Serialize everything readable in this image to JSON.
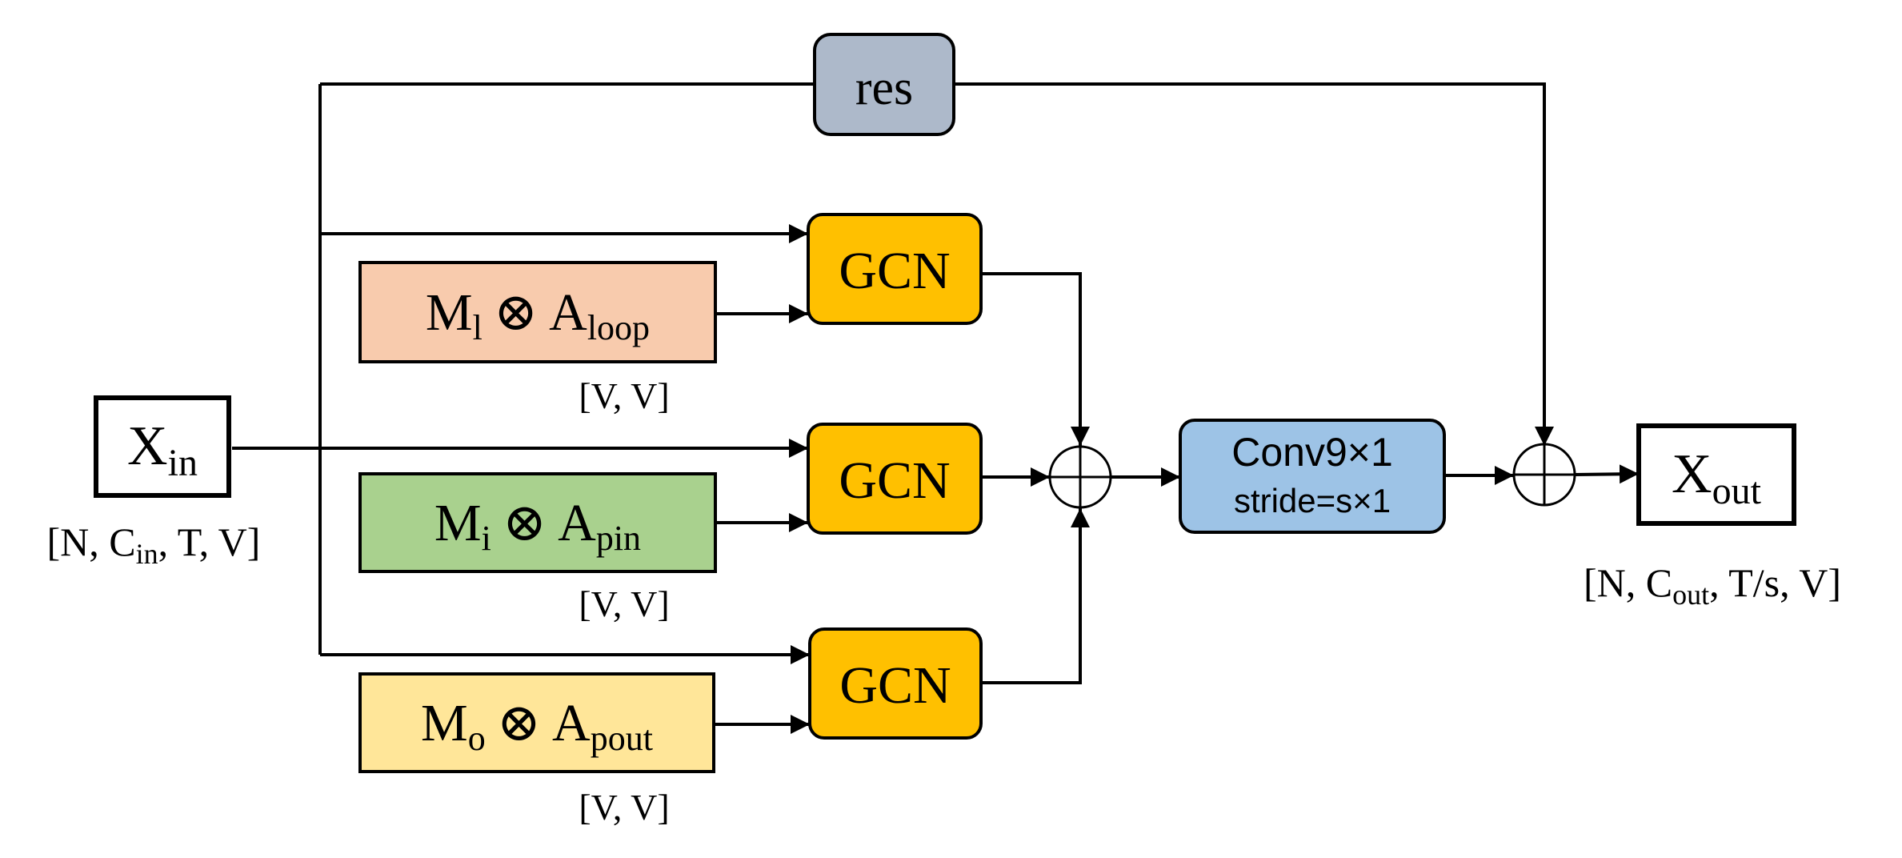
{
  "colors": {
    "res": "#adb9ca",
    "gcn": "#ffc000",
    "loop": "#f8cbad",
    "pin": "#a9d18e",
    "pout": "#ffe699",
    "conv": "#9dc3e6",
    "line": "#000000"
  },
  "nodes": {
    "res": {
      "label": "res"
    },
    "gcn_top": {
      "label": "GCN"
    },
    "gcn_mid": {
      "label": "GCN"
    },
    "gcn_bot": {
      "label": "GCN"
    },
    "xin": {
      "main": "X",
      "sub": "in"
    },
    "xout": {
      "main": "X",
      "sub": "out"
    },
    "loop": {
      "m": "M",
      "m_sub": "l",
      "op": "⊗",
      "a": "A",
      "a_sub": "loop"
    },
    "pin": {
      "m": "M",
      "m_sub": "i",
      "op": "⊗",
      "a": "A",
      "a_sub": "pin"
    },
    "pout": {
      "m": "M",
      "m_sub": "o",
      "op": "⊗",
      "a": "A",
      "a_sub": "pout"
    },
    "conv": {
      "line1": "Conv9×1",
      "line2": "stride=s×1"
    }
  },
  "shapes": {
    "xin": {
      "open": "[N, C",
      "sub": "in",
      "close": ", T, V]"
    },
    "xout": {
      "open": "[N, C",
      "sub": "out",
      "close": ", T/s, V]"
    },
    "adj_top": "[V, V]",
    "adj_mid": "[V, V]",
    "adj_bot": "[V, V]"
  },
  "icons": {
    "sum1": "circle-plus-icon",
    "sum2": "circle-plus-icon"
  }
}
